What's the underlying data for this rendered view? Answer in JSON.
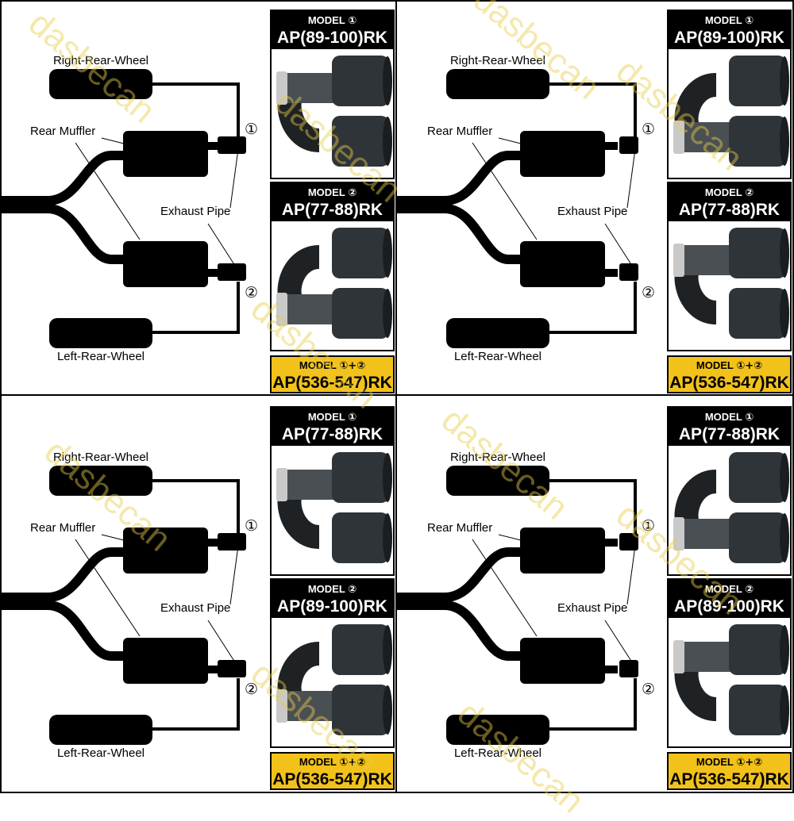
{
  "labels": {
    "right_wheel": "Right-Rear-Wheel",
    "left_wheel": "Left-Rear-Wheel",
    "rear_muffler": "Rear Muffler",
    "exhaust_pipe": "Exhaust Pipe",
    "port_1": "①",
    "port_2": "②"
  },
  "panels": {
    "q1": {
      "model1": {
        "prefix": "MODEL ",
        "num": "①",
        "code": "AP(89-100)RK"
      },
      "model2": {
        "prefix": "MODEL ",
        "num": "②",
        "code": "AP(77-88)RK"
      },
      "combo": {
        "prefix": "MODEL ",
        "num": "①+②",
        "code": "AP(536-547)RK"
      }
    },
    "q2": {
      "model1": {
        "prefix": "MODEL ",
        "num": "①",
        "code": "AP(89-100)RK"
      },
      "model2": {
        "prefix": "MODEL ",
        "num": "②",
        "code": "AP(77-88)RK"
      },
      "combo": {
        "prefix": "MODEL ",
        "num": "①+②",
        "code": "AP(536-547)RK"
      }
    },
    "q3": {
      "model1": {
        "prefix": "MODEL ",
        "num": "①",
        "code": "AP(77-88)RK"
      },
      "model2": {
        "prefix": "MODEL ",
        "num": "②",
        "code": "AP(89-100)RK"
      },
      "combo": {
        "prefix": "MODEL ",
        "num": "①+②",
        "code": "AP(536-547)RK"
      }
    },
    "q4": {
      "model1": {
        "prefix": "MODEL ",
        "num": "①",
        "code": "AP(77-88)RK"
      },
      "model2": {
        "prefix": "MODEL ",
        "num": "②",
        "code": "AP(89-100)RK"
      },
      "combo": {
        "prefix": "MODEL ",
        "num": "①+②",
        "code": "AP(536-547)RK"
      }
    }
  },
  "watermark": "dasbecan",
  "colors": {
    "combo_bg": "#f2c21a",
    "tip_dark": "#2f3438",
    "tip_light": "#c9c9c9",
    "line": "#000000"
  }
}
